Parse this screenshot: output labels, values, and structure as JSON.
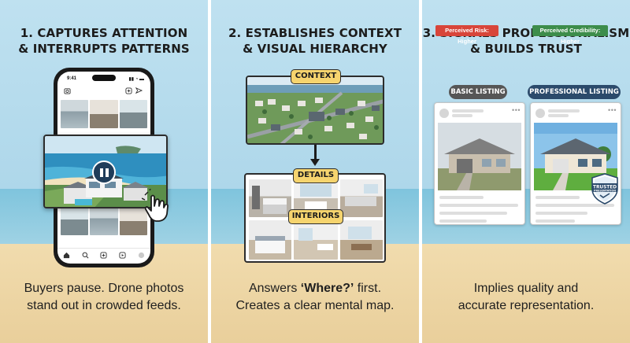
{
  "panels": [
    {
      "heading_line1": "1. CAPTURES ATTENTION",
      "heading_line2": "& INTERRUPTS PATTERNS",
      "caption_line1": "Buyers pause. Drone photos",
      "caption_line2": "stand out in crowded feeds.",
      "phone": {
        "status_time": "9:41",
        "status_icons": "▮▮ ◔ ▬",
        "app_icons": [
          "camera-icon",
          "add-icon",
          "message-icon",
          "send-icon"
        ],
        "tab_icons": [
          "home-icon",
          "search-icon",
          "add-post-icon",
          "reels-icon",
          "profile-icon"
        ]
      }
    },
    {
      "heading_line1": "2. ESTABLISHES CONTEXT",
      "heading_line2": "& VISUAL HIERARCHY",
      "context_label": "CONTEXT",
      "details_label": "DETAILS",
      "interiors_label": "INTERIORS",
      "caption_line1_pre": "Answers ",
      "caption_line1_bold": "‘Where?’",
      "caption_line1_post": " first.",
      "caption_line2": "Creates a clear mental map."
    },
    {
      "heading_line1": "3. SIGNALS PROFESSIONALISM",
      "heading_line2": "& BUILDS TRUST",
      "basic_label": "BASIC LISTING",
      "pro_label": "PROFESSIONAL LISTING",
      "basic_tag": "Perceived Risk: Higher",
      "pro_tag": "Perceived Credibility: Higher",
      "badge_line1": "TRUSTED",
      "badge_line2": "PRESENTATION",
      "caption_line1": "Implies quality and",
      "caption_line2": "accurate representation."
    }
  ],
  "colors": {
    "sky": "#aed7ea",
    "sea": "#7fc4dd",
    "sand": "#e9cf9b",
    "pill_yellow": "#f6d46e",
    "basic_gray": "#565656",
    "pro_navy": "#2b4a6b",
    "risk_red": "#d8453a",
    "credibility_green": "#3d8d4b"
  }
}
